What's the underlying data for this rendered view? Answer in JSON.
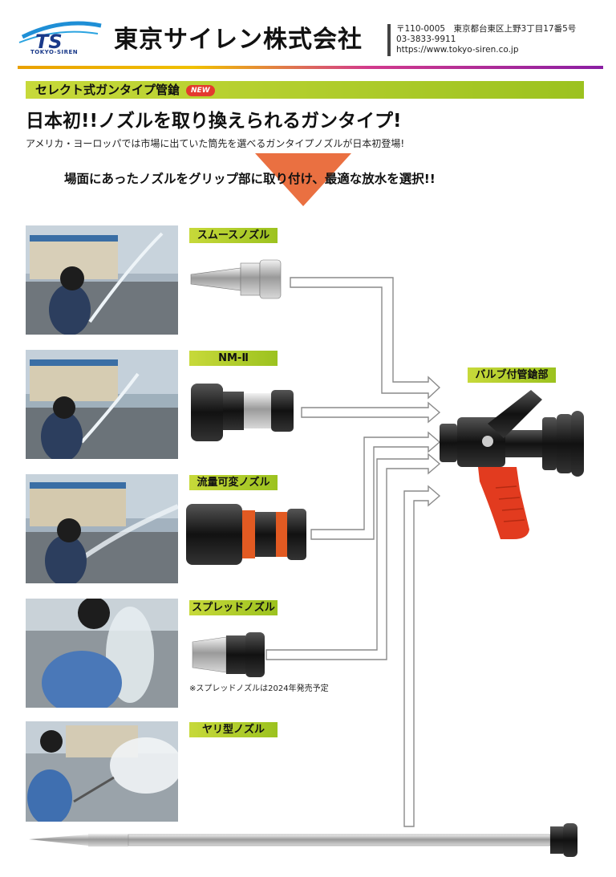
{
  "header": {
    "logo_text": "TS",
    "logo_sub": "TOKYO-SIREN",
    "company_name": "東京サイレン株式会社",
    "address_lines": [
      "〒110-0005　東京都台東区上野3丁目17番5号",
      "03-3833-9911",
      "https://www.tokyo-siren.co.jp"
    ]
  },
  "title_bar": {
    "label": "セレクト式ガンタイプ管鎗",
    "badge": "NEW"
  },
  "headline": "日本初!!ノズルを取り換えられるガンタイプ!",
  "subline": "アメリカ・ヨーロッパでは市場に出ていた筒先を選べるガンタイプノズルが日本初登場!",
  "callout": "場面にあったノズルをグリップ部に取り付け、最適な放水を選択!!",
  "nozzles": [
    {
      "label": "スムースノズル"
    },
    {
      "label": "NM-Ⅱ"
    },
    {
      "label": "流量可変ノズル"
    },
    {
      "label": "スプレッドノズル"
    },
    {
      "label": "ヤリ型ノズル"
    }
  ],
  "spread_note": "※スプレッドノズルは2024年発売予定",
  "valve_label": "バルブ付管鎗部",
  "colors": {
    "green_bar": "#b3cf2e",
    "callout_orange": "#e8612c",
    "grip_red": "#e23b1f",
    "brand_blue": "#1a3a8a"
  }
}
